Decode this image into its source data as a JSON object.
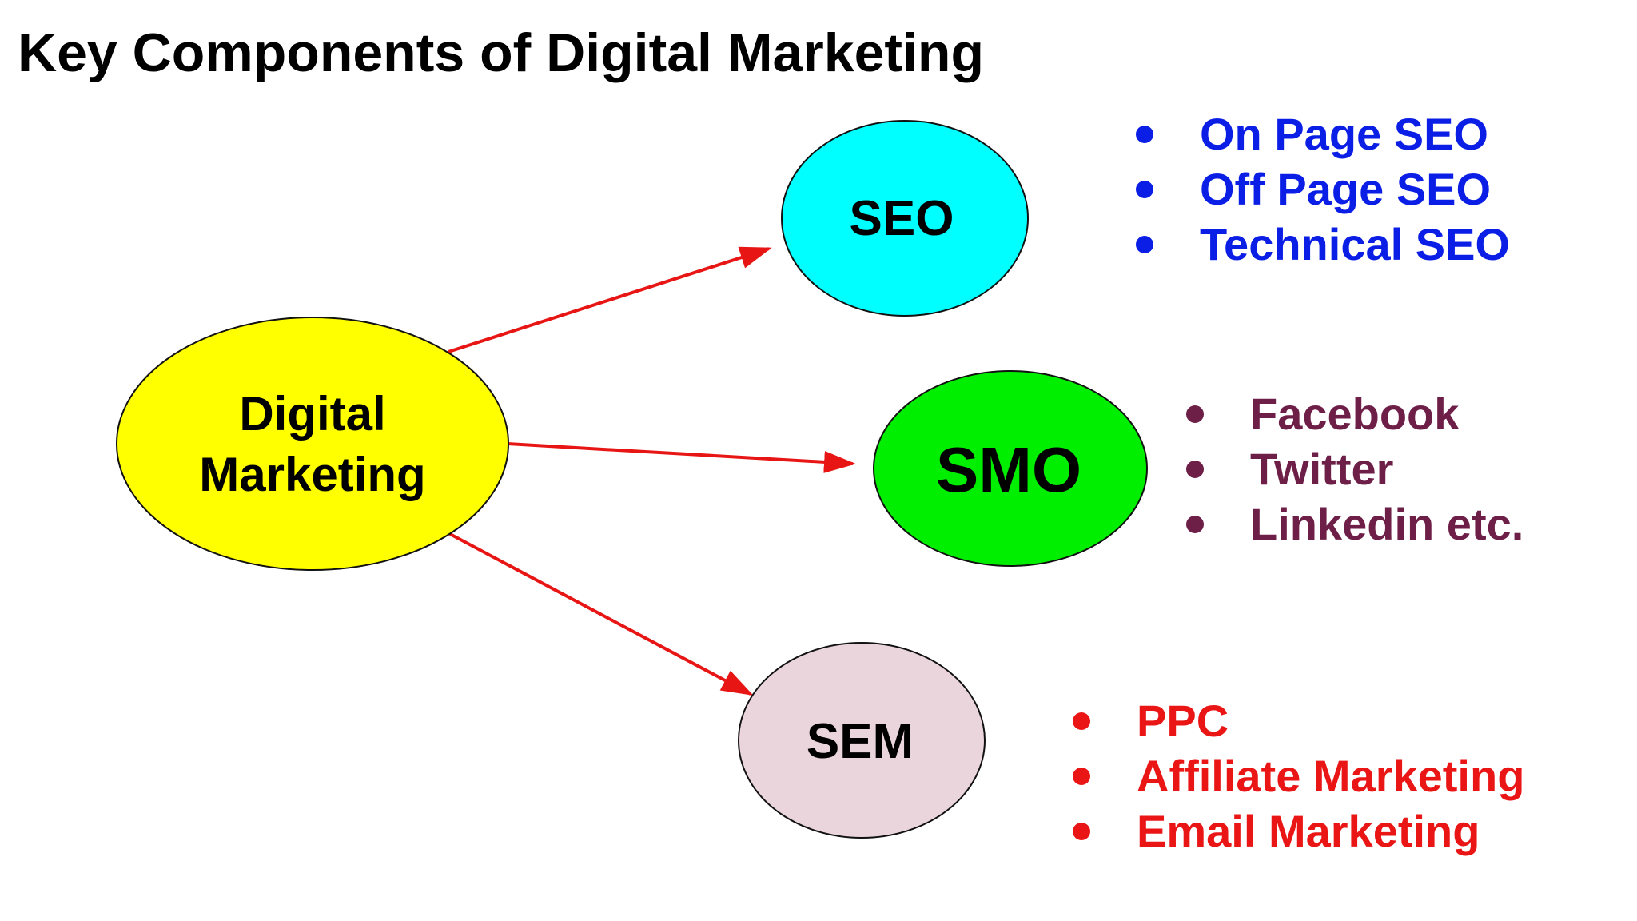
{
  "title": "Key Components of Digital Marketing",
  "colors": {
    "arrow": "#e81515",
    "center_fill": "#ffff00",
    "seo_fill": "#00ffff",
    "smo_fill": "#00ee00",
    "sem_fill": "#ead5dd",
    "seo_text": "#0b1ee6",
    "smo_text": "#6e1f48",
    "sem_text": "#ea1616"
  },
  "center": {
    "line1": "Digital",
    "line2": "Marketing"
  },
  "nodes": {
    "seo": {
      "label": "SEO",
      "items": [
        "On Page SEO",
        "Off Page SEO",
        "Technical SEO"
      ]
    },
    "smo": {
      "label": "SMO",
      "items": [
        "Facebook",
        "Twitter",
        "Linkedin etc."
      ]
    },
    "sem": {
      "label": "SEM",
      "items": [
        "PPC",
        "Affiliate Marketing",
        "Email Marketing"
      ]
    }
  }
}
